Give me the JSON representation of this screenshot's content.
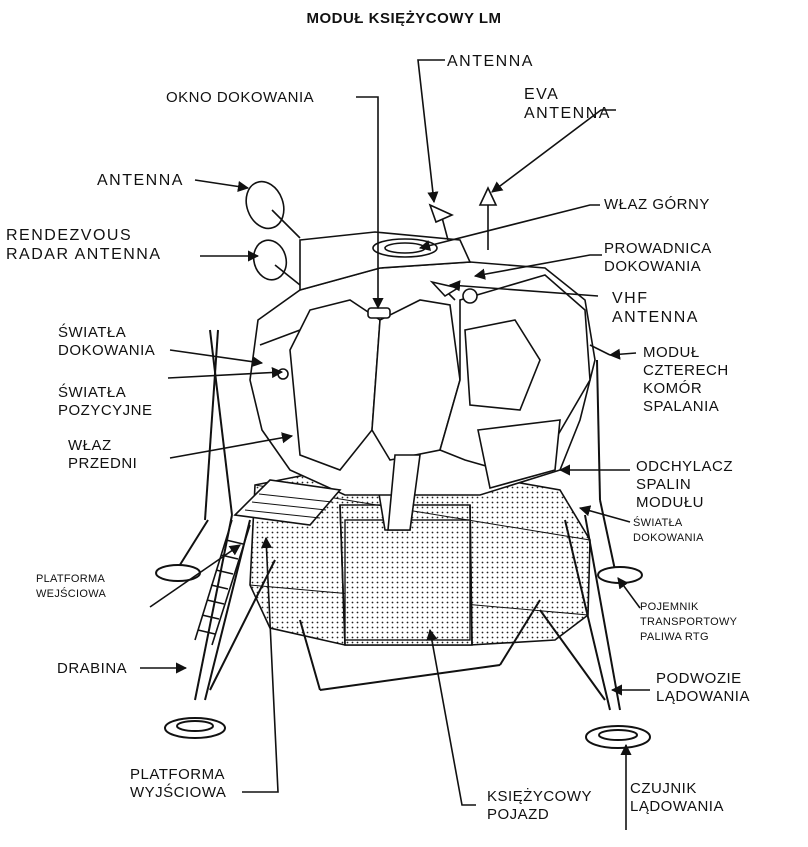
{
  "title": "MODUŁ KSIĘŻYCOWY LM",
  "labels": {
    "antenna_top": "ANTENNA",
    "eva_antenna": "EVA\nANTENNA",
    "okno_dokowania": "OKNO DOKOWANIA",
    "antenna_left": "ANTENNA",
    "rendezvous_radar": "RENDEZVOUS\nRADAR ANTENNA",
    "wlaz_gorny": "WŁAZ GÓRNY",
    "prowadnica": "PROWADNICA\nDOKOWANIA",
    "vhf_antenna": "VHF\nANTENNA",
    "swiatla_dokowania_left": "ŚWIATŁA\nDOKOWANIA",
    "swiatla_pozycyjne": "ŚWIATŁA\nPOZYCYJNE",
    "wlaz_przedni": "WŁAZ\nPRZEDNI",
    "modul_komor": "MODUŁ\nCZTERECH\nKOMÓR\nSPALANIA",
    "odchylacz": "ODCHYLACZ\nSPALIN\nMODUŁU",
    "swiatla_dokowania_right": "ŚWIATŁA\nDOKOWANIA",
    "platforma_wejsciowa": "PLATFORMA\nWEJŚCIOWA",
    "pojemnik": "POJEMNIK\nTRANSPORTOWY\nPALIWA RTG",
    "drabina": "DRABINA",
    "podwozie": "PODWOZIE\nLĄDOWANIA",
    "platforma_wyjsciowa": "PLATFORMA\nWYJŚCIOWA",
    "ksiezycowy_pojazd": "KSIĘŻYCOWY\nPOJAZD",
    "czujnik": "CZUJNIK\nLĄDOWANIA"
  }
}
